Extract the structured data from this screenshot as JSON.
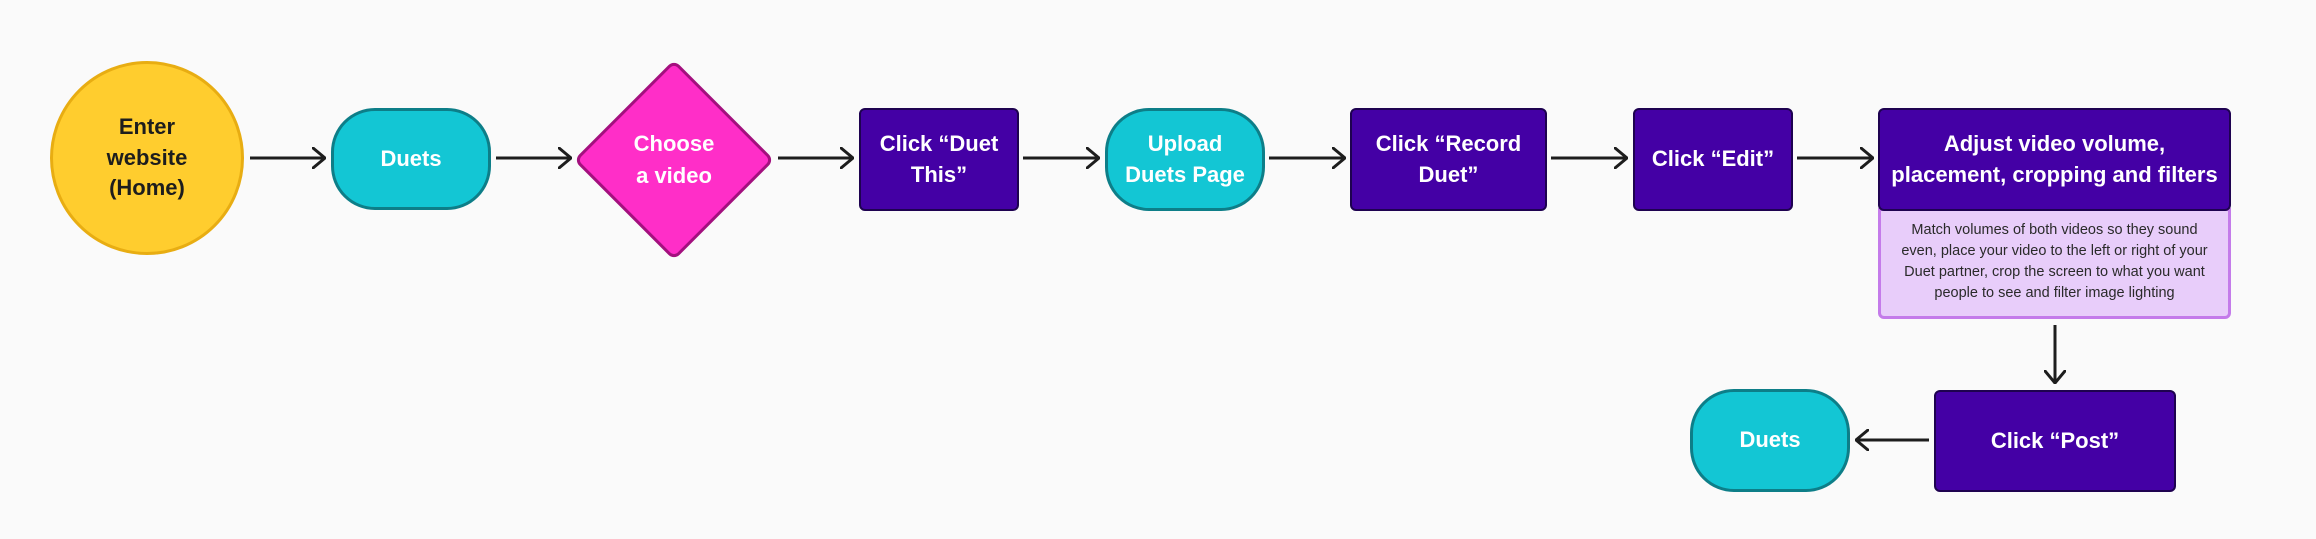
{
  "colors": {
    "start_fill": "#ffcd2e",
    "terminal_fill": "#13c6d4",
    "decision_fill": "#ff2ec8",
    "process_fill": "#4400a5",
    "note_fill": "#e8cdfa",
    "arrow": "#1d1d1d"
  },
  "nodes": {
    "start": {
      "label": "Enter\nwebsite\n(Home)",
      "shape": "circle"
    },
    "duets_1": {
      "label": "Duets",
      "shape": "rounded-terminal"
    },
    "choose_video": {
      "label": "Choose\na video",
      "shape": "diamond"
    },
    "click_duet_this": {
      "label": "Click “Duet\nThis”",
      "shape": "rectangle"
    },
    "upload_duets_page": {
      "label": "Upload\nDuets Page",
      "shape": "rounded-terminal"
    },
    "click_record_duet": {
      "label": "Click “Record\nDuet”",
      "shape": "rectangle"
    },
    "click_edit": {
      "label": "Click “Edit”",
      "shape": "rectangle"
    },
    "adjust_video": {
      "label": "Adjust video volume,\nplacement, cropping and filters",
      "shape": "rectangle"
    },
    "adjust_note": {
      "text": "Match volumes of both videos so they sound\neven, place your video to the left or right of your\nDuet partner, crop the screen to what you want\npeople to see and filter image lighting"
    },
    "click_post": {
      "label": "Click “Post”",
      "shape": "rectangle"
    },
    "duets_2": {
      "label": "Duets",
      "shape": "rounded-terminal"
    }
  },
  "edges": [
    {
      "from": "start",
      "to": "duets_1"
    },
    {
      "from": "duets_1",
      "to": "choose_video"
    },
    {
      "from": "choose_video",
      "to": "click_duet_this"
    },
    {
      "from": "click_duet_this",
      "to": "upload_duets_page"
    },
    {
      "from": "upload_duets_page",
      "to": "click_record_duet"
    },
    {
      "from": "click_record_duet",
      "to": "click_edit"
    },
    {
      "from": "click_edit",
      "to": "adjust_video"
    },
    {
      "from": "adjust_video",
      "to": "click_post"
    },
    {
      "from": "click_post",
      "to": "duets_2"
    }
  ]
}
